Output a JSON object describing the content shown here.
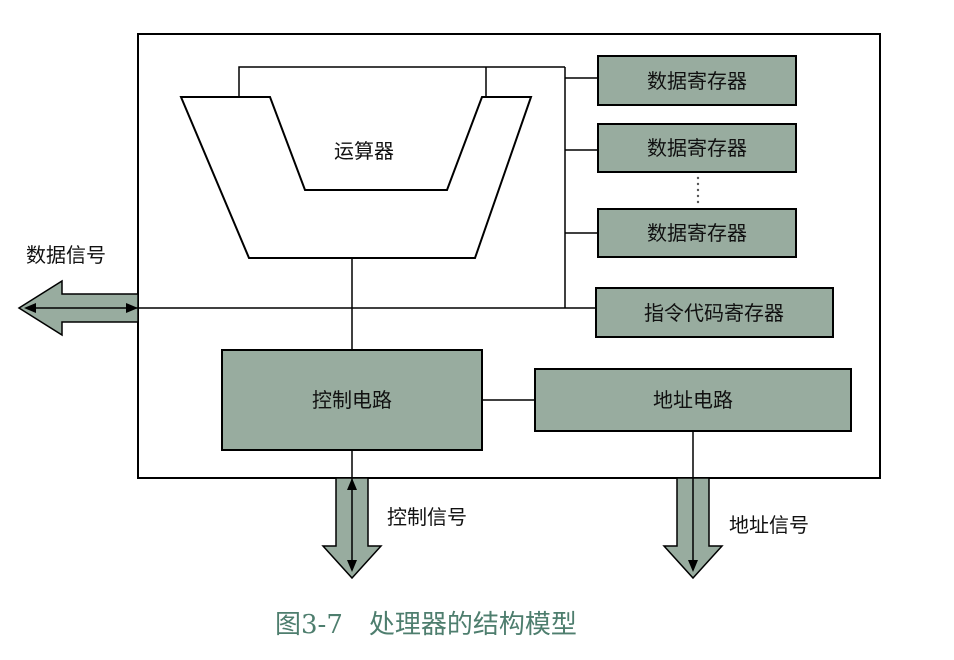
{
  "diagram": {
    "alu_label": "运算器",
    "data_registers": [
      "数据寄存器",
      "数据寄存器",
      "数据寄存器"
    ],
    "instruction_register": "指令代码寄存器",
    "control_circuit": "控制电路",
    "address_circuit": "地址电路",
    "data_signal": "数据信号",
    "control_signal": "控制信号",
    "address_signal": "地址信号",
    "caption": "图3-7　处理器的结构模型"
  },
  "colors": {
    "box_fill": "#98AC9F",
    "line": "#000000",
    "caption": "#4E7E6E"
  }
}
